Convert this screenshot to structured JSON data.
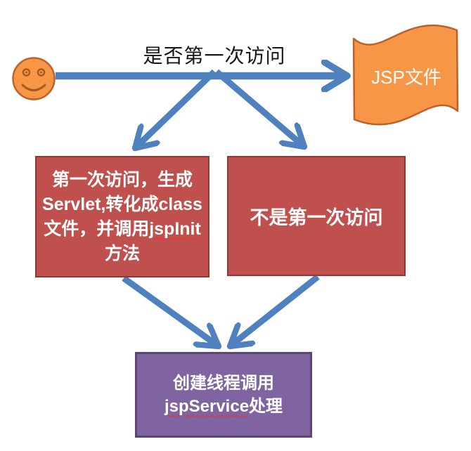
{
  "labels": {
    "decision": "是否第一次访问",
    "jsp_file": "JSP文件"
  },
  "nodes": {
    "first_visit_box": {
      "line1": "第一次访问，生成",
      "line2": "Servlet,转化成class",
      "line3_prefix": "文件，并调用",
      "line3_spellcheck": "jspInit",
      "line4": "方法"
    },
    "not_first_visit_box": {
      "label": "不是第一次访问"
    },
    "service_box": {
      "line1": "创建线程调用",
      "line2_spellcheck": "jspService",
      "line2_suffix": "处理"
    }
  },
  "icons": {
    "smiley_face": "smiley-face",
    "jsp_flag": "wave-flag-shape",
    "arrows": "open-v-arrowheads"
  },
  "colors": {
    "arrow_blue": "#4E81BD",
    "box_red_fill": "#C0504D",
    "box_red_border": "#8B3A38",
    "box_purple_fill": "#8064A2",
    "box_purple_border": "#5B4677",
    "shape_orange_fill": "#F79646",
    "shape_orange_border": "#BC6229",
    "smiley_feature": "#A55B1E",
    "spellcheck_red": "#FF2A2A",
    "text_dark": "#161616",
    "text_light": "#FFFFFF"
  }
}
